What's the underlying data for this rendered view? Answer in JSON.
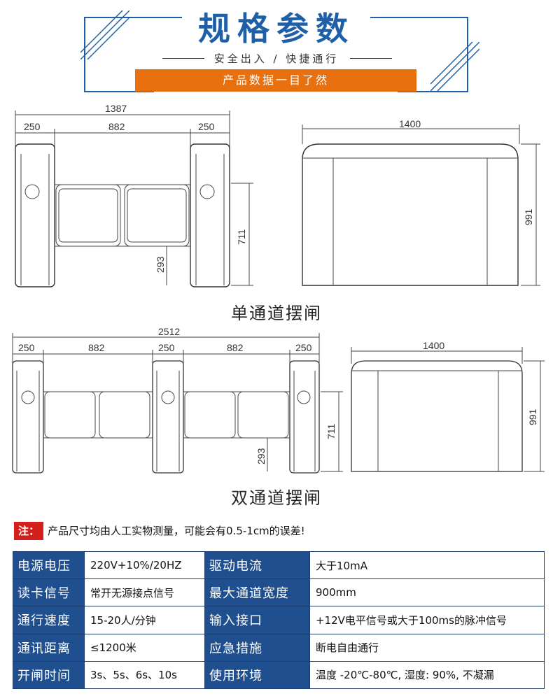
{
  "header": {
    "title": "规格参数",
    "subtitle": "安全出入 / 快捷通行",
    "subtitle_left_slash": "/",
    "subtitle_right_slash": "/",
    "banner": "产品数据一目了然"
  },
  "single": {
    "caption": "单通道摆闸",
    "front": {
      "total": "1387",
      "left": "250",
      "mid": "882",
      "right": "250",
      "height": "711",
      "arm": "293"
    },
    "side": {
      "width": "1400",
      "height": "991"
    }
  },
  "double": {
    "caption": "双通道摆闸",
    "front": {
      "total": "2512",
      "w1": "250",
      "w2": "882",
      "w3": "250",
      "w4": "882",
      "w5": "250",
      "height": "711",
      "arm": "293"
    },
    "side": {
      "width": "1400",
      "height": "991"
    }
  },
  "note": {
    "badge": "注：",
    "text": "产品尺寸均由人工实物测量，可能会有0.5-1cm的误差!"
  },
  "colors": {
    "brand_blue": "#1f5fa8",
    "banner_orange": "#e8700f",
    "note_red": "#d4201c",
    "table_header": "#1f4f8f"
  },
  "specs": [
    {
      "k1": "电源电压",
      "v1": "220V+10%/20HZ",
      "k2": "驱动电流",
      "v2": "大于10mA"
    },
    {
      "k1": "读卡信号",
      "v1": "常开无源接点信号",
      "k2": "最大通道宽度",
      "v2": "900mm"
    },
    {
      "k1": "通行速度",
      "v1": "15-20人/分钟",
      "k2": "输入接口",
      "v2": "+12V电平信号或大于100ms的脉冲信号"
    },
    {
      "k1": "通讯距离",
      "v1": "≤1200米",
      "k2": "应急措施",
      "v2": "断电自由通行"
    },
    {
      "k1": "开闸时间",
      "v1": "3s、5s、6s、10s",
      "k2": "使用环境",
      "v2": "温度 -20℃-80℃, 湿度: 90%, 不凝漏"
    }
  ]
}
